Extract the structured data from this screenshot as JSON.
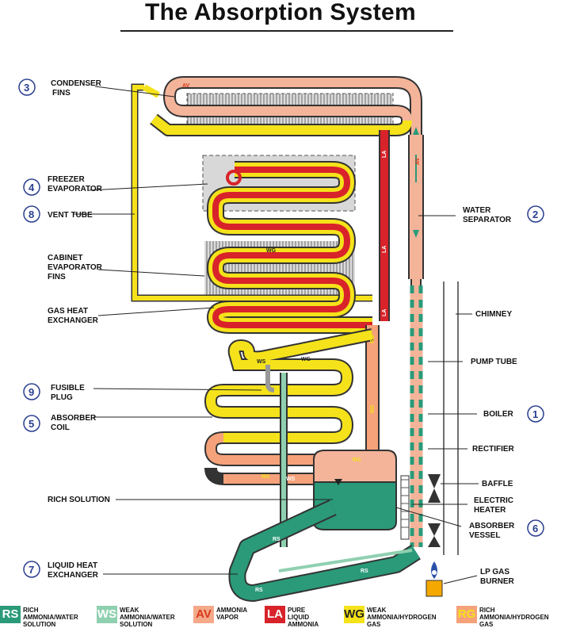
{
  "title": "The Absorption System",
  "labels": {
    "condenser": "CONDENSER\nFINS",
    "freezer": "FREEZER\nEVAPORATOR",
    "vent": "VENT TUBE",
    "cabinet": "CABINET\nEVAPORATOR\nFINS",
    "gas_heat": "GAS HEAT\nEXCHANGER",
    "fusible": "FUSIBLE\nPLUG",
    "absorber_coil": "ABSORBER\nCOIL",
    "rich_solution": "RICH SOLUTION",
    "liquid_heat": "LIQUID HEAT\nEXCHANGER",
    "water_sep": "WATER\nSEPARATOR",
    "chimney": "CHIMNEY",
    "pump_tube": "PUMP TUBE",
    "boiler": "BOILER",
    "rectifier": "RECTIFIER",
    "baffle": "BAFFLE",
    "electric_heater": "ELECTRIC\nHEATER",
    "absorber_vessel": "ABSORBER\nVESSEL",
    "lp_gas": "LP GAS\nBURNER"
  },
  "numbers": {
    "n1": "1",
    "n2": "2",
    "n3": "3",
    "n4": "4",
    "n5": "5",
    "n6": "6",
    "n7": "7",
    "n8": "8",
    "n9": "9"
  },
  "tags": {
    "av": "AV",
    "la": "LA",
    "rg": "RG",
    "wg": "WG",
    "ws": "WS",
    "rs": "RS"
  },
  "legend": [
    {
      "code": "RS",
      "text": "RICH\nAMMONIA/WATER\nSOLUTION",
      "color": "#2a9a78",
      "text_color": "#ffffff"
    },
    {
      "code": "WS",
      "text": "WEAK\nAMMONIA/WATER\nSOLUTION",
      "color": "#8fd0b0",
      "text_color": "#ffffff"
    },
    {
      "code": "AV",
      "text": "AMMONIA\nVAPOR",
      "color": "#f4a98a",
      "text_color": "#d63a1a"
    },
    {
      "code": "LA",
      "text": "PURE LIQUID\nAMMONIA",
      "color": "#d8232a",
      "text_color": "#ffffff"
    },
    {
      "code": "WG",
      "text": "WEAK\nAMMONIA/HYDROGEN\nGAS",
      "color": "#f5e21a",
      "text_color": "#222222"
    },
    {
      "code": "RG",
      "text": "RICH\nAMMONIA/HYDROGEN\nGAS",
      "color": "#f5a27a",
      "text_color": "#f5e21a"
    }
  ],
  "colors": {
    "rich_solution": "#2a9a78",
    "weak_solution": "#8fd0b0",
    "ammonia_vapor": "#f4a98a",
    "liquid_ammonia": "#d8232a",
    "weak_gas": "#f5e21a",
    "rich_gas": "#f5a27a"
  }
}
